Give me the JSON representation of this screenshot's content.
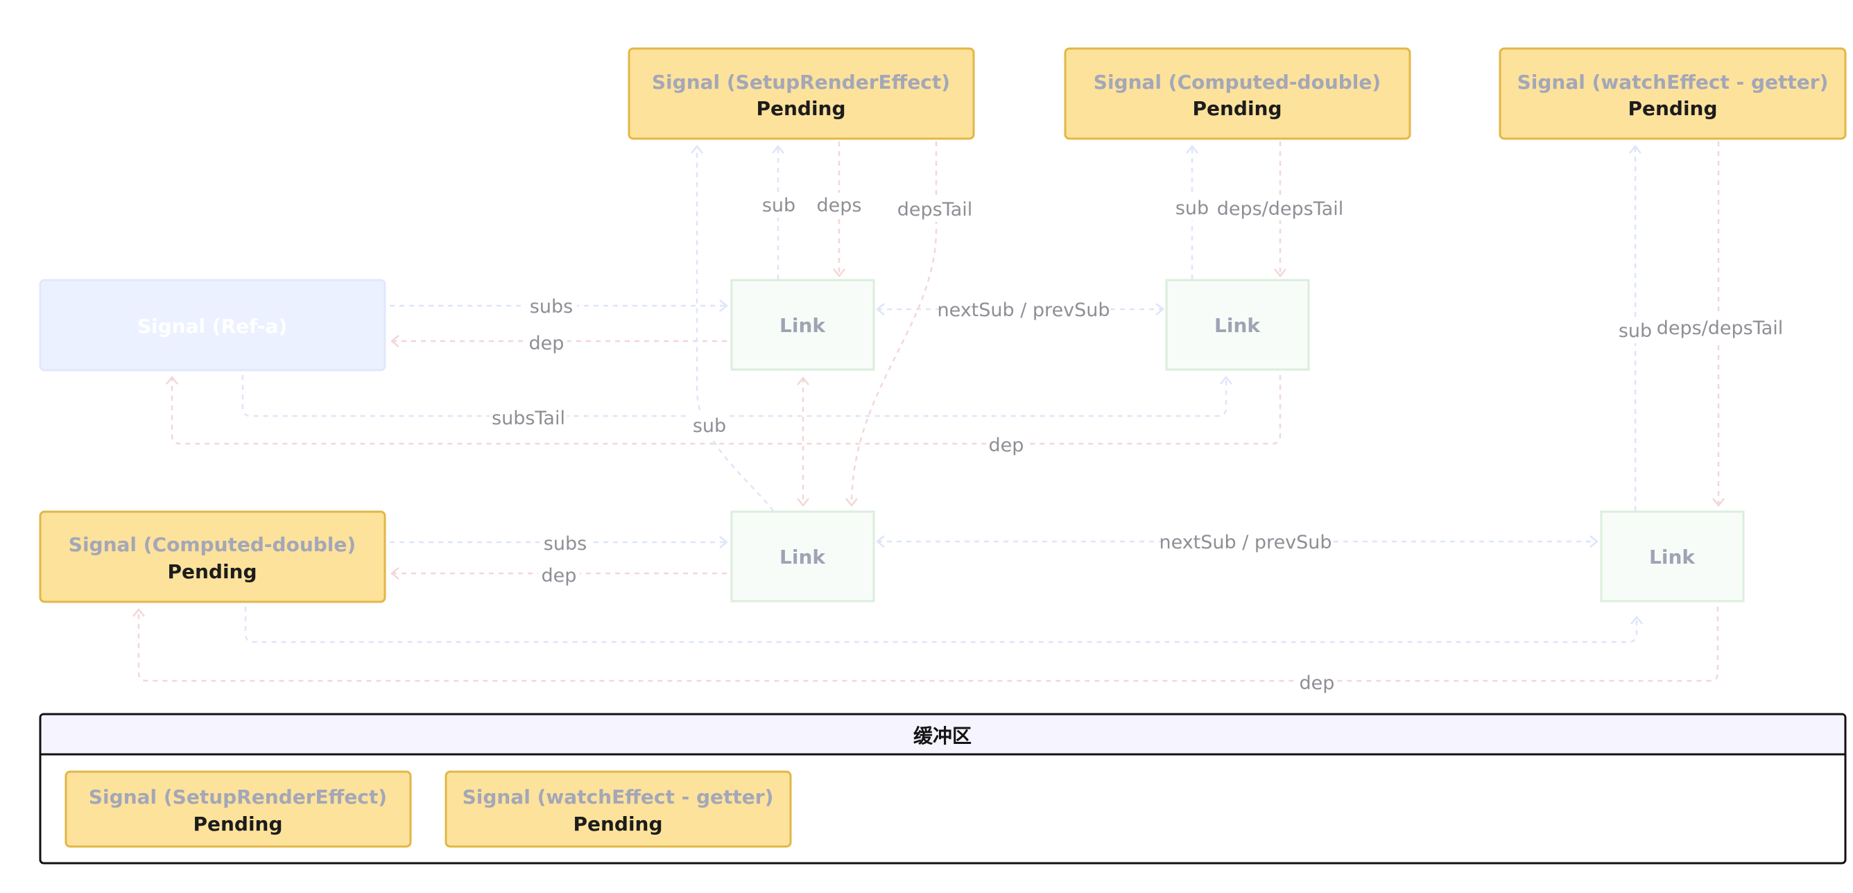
{
  "colors": {
    "pending_fill": "#fde29b",
    "pending_stroke": "#e2b747",
    "link_fill": "#f8fcf8",
    "link_stroke": "#dbeedd",
    "ref_fill": "#ecf1ff",
    "ref_stroke": "#e1e8fb",
    "edge_blue": "#dde5fa",
    "edge_red": "#f4d6d6",
    "buffer_header_fill": "#f5f4ff"
  },
  "nodes": {
    "setup_render_top": {
      "title": "Signal (SetupRenderEffect)",
      "status": "Pending"
    },
    "computed_top": {
      "title": "Signal (Computed-double)",
      "status": "Pending"
    },
    "watch_top": {
      "title": "Signal (watchEffect - getter)",
      "status": "Pending"
    },
    "ref_a": {
      "title": "Signal (Ref-a)"
    },
    "computed_left": {
      "title": "Signal (Computed-double)",
      "status": "Pending"
    },
    "link_1": {
      "label": "Link"
    },
    "link_2": {
      "label": "Link"
    },
    "link_3": {
      "label": "Link"
    },
    "link_4": {
      "label": "Link"
    }
  },
  "edges": {
    "sub_1": "sub",
    "deps_1": "deps",
    "depsTail_1": "depsTail",
    "sub_2": "sub",
    "deps_depsTail_2": "deps/depsTail",
    "sub_3": "sub",
    "deps_depsTail_3": "deps/depsTail",
    "subs_1": "subs",
    "dep_1": "dep",
    "nextSub_prevSub_1": "nextSub / prevSub",
    "subsTail_1": "subsTail",
    "sub_4": "sub",
    "dep_2": "dep",
    "subs_2": "subs",
    "dep_3": "dep",
    "nextSub_prevSub_2": "nextSub / prevSub",
    "dep_4": "dep"
  },
  "buffer": {
    "title": "缓冲区",
    "items": [
      {
        "title": "Signal (SetupRenderEffect)",
        "status": "Pending"
      },
      {
        "title": "Signal (watchEffect - getter)",
        "status": "Pending"
      }
    ]
  }
}
